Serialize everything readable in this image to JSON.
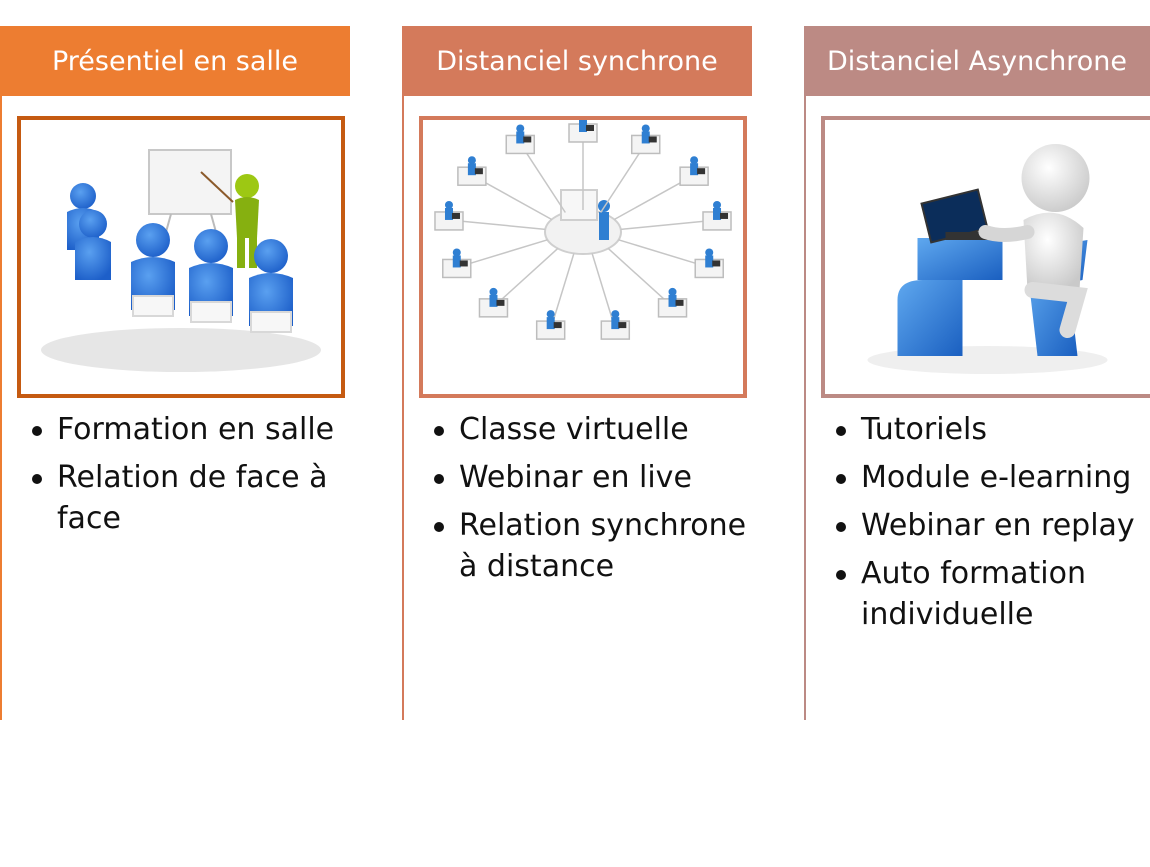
{
  "columns": [
    {
      "title": "Présentiel en salle",
      "color": "#ED7D31",
      "frame_color": "#C55A11",
      "image_icon": "classroom-presentation-icon",
      "items": [
        "Formation en salle",
        "Relation de face à face"
      ]
    },
    {
      "title": "Distanciel synchrone",
      "color": "#D47A5B",
      "frame_color": "#D47A5B",
      "image_icon": "virtual-classroom-network-icon",
      "items": [
        "Classe virtuelle",
        "Webinar en live",
        "Relation synchrone à distance"
      ]
    },
    {
      "title": "Distanciel Asynchrone",
      "color": "#BC8A84",
      "frame_color": "#BC8A84",
      "image_icon": "laptop-user-icon",
      "items": [
        "Tutoriels",
        "Module e-learning",
        "Webinar en replay",
        "Auto formation individuelle"
      ]
    }
  ]
}
